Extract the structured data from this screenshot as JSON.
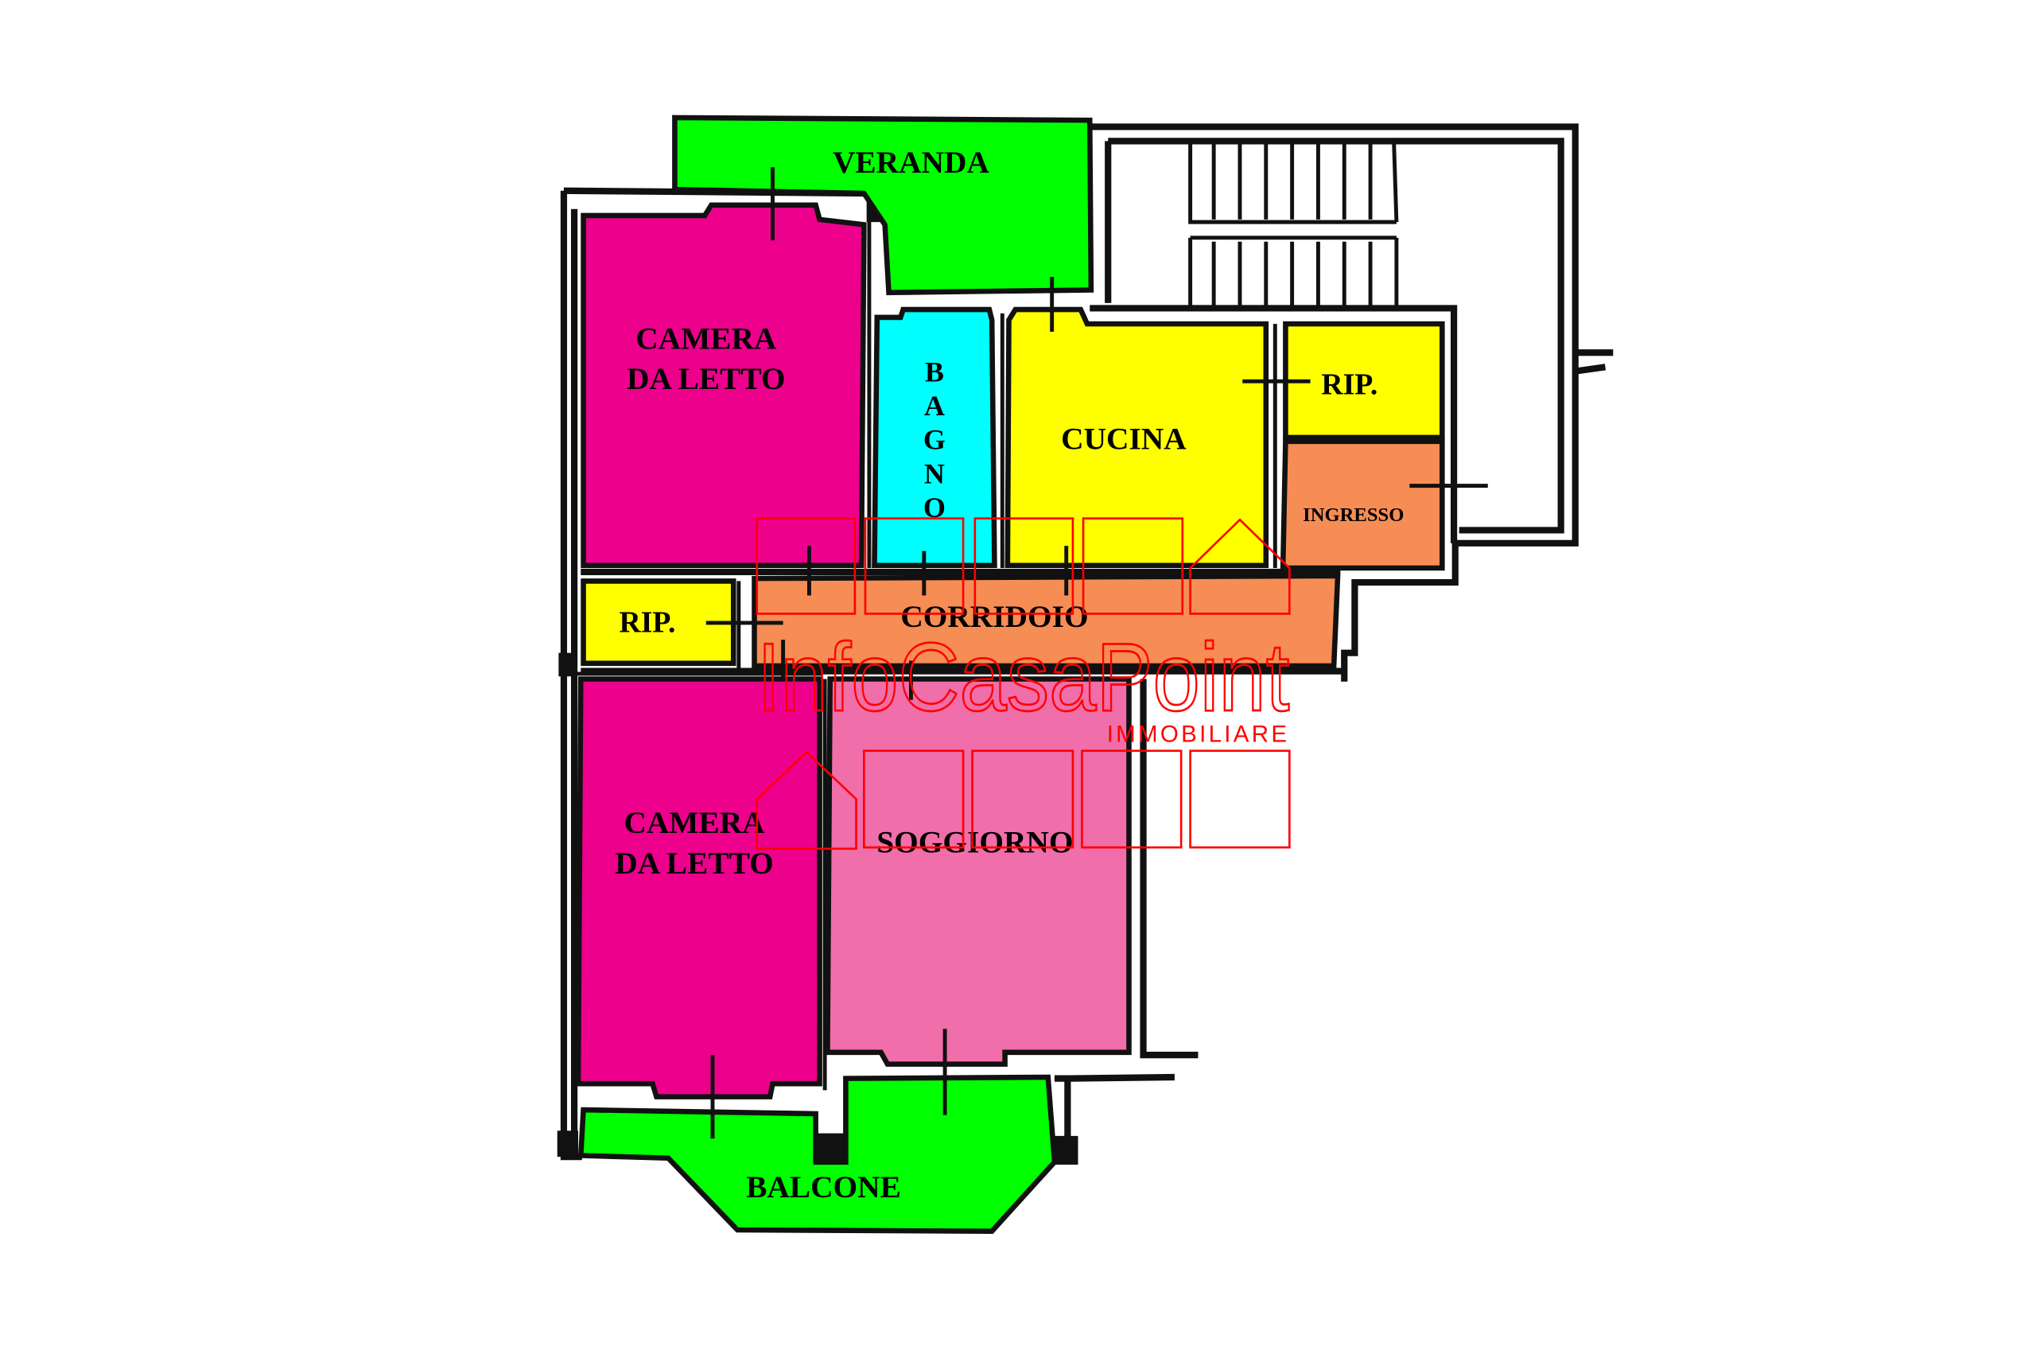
{
  "floorplan": {
    "rooms": {
      "veranda": {
        "label": "VERANDA",
        "color": "#00ff00"
      },
      "camera_top": {
        "label_line1": "CAMERA",
        "label_line2": "DA LETTO",
        "color": "#ec008c"
      },
      "bagno": {
        "letters": [
          "B",
          "A",
          "G",
          "N",
          "O"
        ],
        "color": "#00ffff"
      },
      "cucina": {
        "label": "CUCINA",
        "color": "#ffff00"
      },
      "rip_top": {
        "label": "RIP.",
        "color": "#ffff00"
      },
      "ingresso": {
        "label": "INGRESSO",
        "color": "#f58d55"
      },
      "corridoio": {
        "label": "CORRIDOIO",
        "color": "#f58d55"
      },
      "rip_left": {
        "label": "RIP.",
        "color": "#ffff00"
      },
      "camera_bottom": {
        "label_line1": "CAMERA",
        "label_line2": "DA LETTO",
        "color": "#ec008c"
      },
      "soggiorno": {
        "label": "SOGGIORNO",
        "color": "#f06ea9"
      },
      "balcone": {
        "label": "BALCONE",
        "color": "#00ff00"
      }
    }
  },
  "watermark": {
    "brand": "InfoCasaPoint",
    "subtitle": "IMMOBILIARE",
    "color": "#ff0000"
  }
}
